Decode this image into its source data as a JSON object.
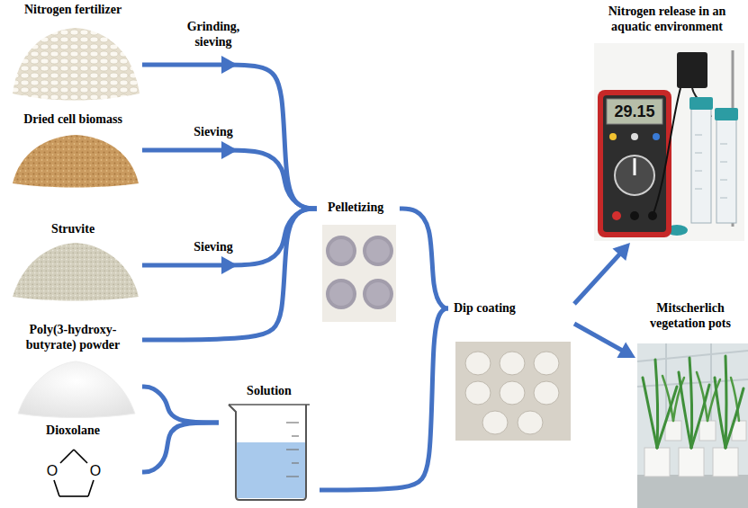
{
  "diagram": {
    "nodes": [
      {
        "text": [
          "Nitrogen fertilizer"
        ]
      },
      {
        "text": [
          "Dried cell biomass"
        ]
      },
      {
        "text": [
          "Struvite"
        ]
      },
      {
        "text": [
          "Poly(3-hydroxy- butyrate) powder"
        ]
      },
      {
        "text": [
          "Dioxolane"
        ]
      },
      {
        "text": [
          "Solution"
        ]
      },
      {
        "text": [
          "Pelletizing"
        ]
      },
      {
        "text": [
          "Dip coating"
        ]
      },
      {
        "text": [
          "Nitrogen release in an aquatic environment"
        ]
      },
      {
        "text": [
          "Mitscherlich vegetation pots"
        ]
      }
    ],
    "edges": [
      {
        "from": 0,
        "to": 6,
        "label": "Grinding, sieving",
        "arrow": "to"
      },
      {
        "from": 1,
        "to": 6,
        "label": "Sieving",
        "arrow": "to"
      },
      {
        "from": 2,
        "to": 6,
        "label": "Sieving",
        "arrow": "to"
      },
      {
        "from": 3,
        "to": 6,
        "arrow": "none"
      },
      {
        "from": 3,
        "to": 5,
        "arrow": "none"
      },
      {
        "from": 4,
        "to": 5,
        "arrow": "none"
      },
      {
        "from": 6,
        "to": 7,
        "arrow": "none"
      },
      {
        "from": 5,
        "to": 7,
        "arrow": "none"
      },
      {
        "from": 7,
        "to": 8,
        "arrow": "to"
      },
      {
        "from": 7,
        "to": 9,
        "arrow": "to"
      }
    ],
    "labels": [
      "O",
      "O",
      "29.15"
    ]
  }
}
